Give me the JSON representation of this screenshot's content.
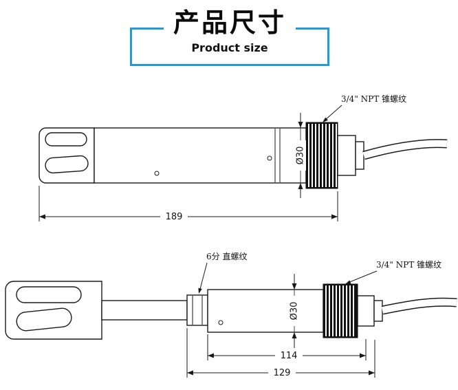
{
  "header": {
    "title_cn": "产品尺寸",
    "title_en": "Product size",
    "accent_color": "#1e9cd7"
  },
  "drawing_top": {
    "thread_label": "3/4\" NPT 锥螺纹",
    "dim_length": "189",
    "dim_diameter": "Ø30"
  },
  "drawing_bottom": {
    "fitting_label": "6分 直螺纹",
    "thread_label": "3/4\" NPT 锥螺纹",
    "dim_length_inner": "114",
    "dim_length_outer": "129",
    "dim_diameter": "Ø30"
  }
}
